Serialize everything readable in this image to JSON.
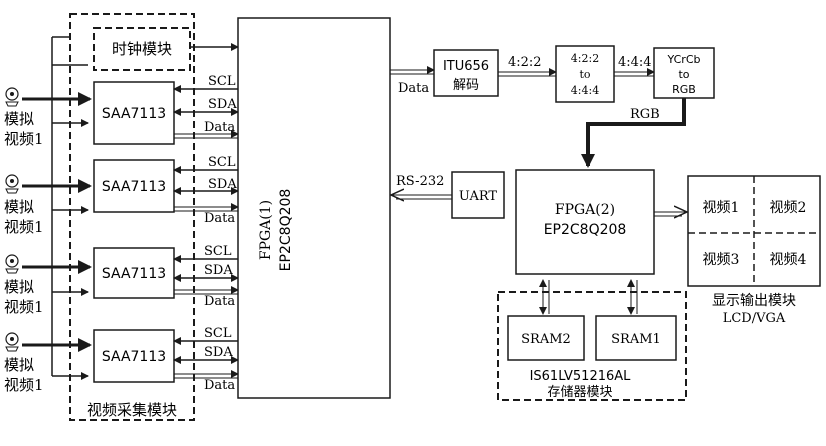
{
  "colors": {
    "line": "#1a1a1a",
    "background": "#ffffff"
  },
  "icons": {
    "input_source": "camera-icon"
  },
  "inputs": [
    {
      "line1": "模拟",
      "line2": "视频1"
    },
    {
      "line1": "模拟",
      "line2": "视频1"
    },
    {
      "line1": "模拟",
      "line2": "视频1"
    },
    {
      "line1": "模拟",
      "line2": "视频1"
    }
  ],
  "capture_module": {
    "label": "视频采集模块",
    "clock_label": "时钟模块",
    "decoders": [
      {
        "chip": "SAA7113",
        "scl": "SCL",
        "sda": "SDA",
        "data": "Data"
      },
      {
        "chip": "SAA7113",
        "scl": "SCL",
        "sda": "SDA",
        "data": "Data"
      },
      {
        "chip": "SAA7113",
        "scl": "SCL",
        "sda": "SDA",
        "data": "Data"
      },
      {
        "chip": "SAA7113",
        "scl": "SCL",
        "sda": "SDA",
        "data": "Data"
      }
    ]
  },
  "fpga1": {
    "line1": "FPGA(1)",
    "line2": "EP2C8Q208"
  },
  "itu656": {
    "line1": "ITU656",
    "line2": "解码",
    "data_label": "Data"
  },
  "converter_422": {
    "line1": "4:2:2",
    "line2": "to",
    "line3": "4:4:4",
    "in_label": "4:2:2"
  },
  "converter_ycrcb": {
    "line1": "YCrCb",
    "line2": "to",
    "line3": "RGB",
    "in_label": "4:4:4",
    "out_label": "RGB"
  },
  "uart": {
    "label": "UART",
    "link_label": "RS-232"
  },
  "fpga2": {
    "line1": "FPGA(2)",
    "line2": "EP2C8Q208"
  },
  "memory_module": {
    "sram2": "SRAM2",
    "sram1": "SRAM1",
    "chip": "IS61LV51216AL",
    "label": "存储器模块"
  },
  "display_module": {
    "cells": [
      "视频1",
      "视频2",
      "视频3",
      "视频4"
    ],
    "label": "显示输出模块",
    "sublabel": "LCD/VGA"
  }
}
